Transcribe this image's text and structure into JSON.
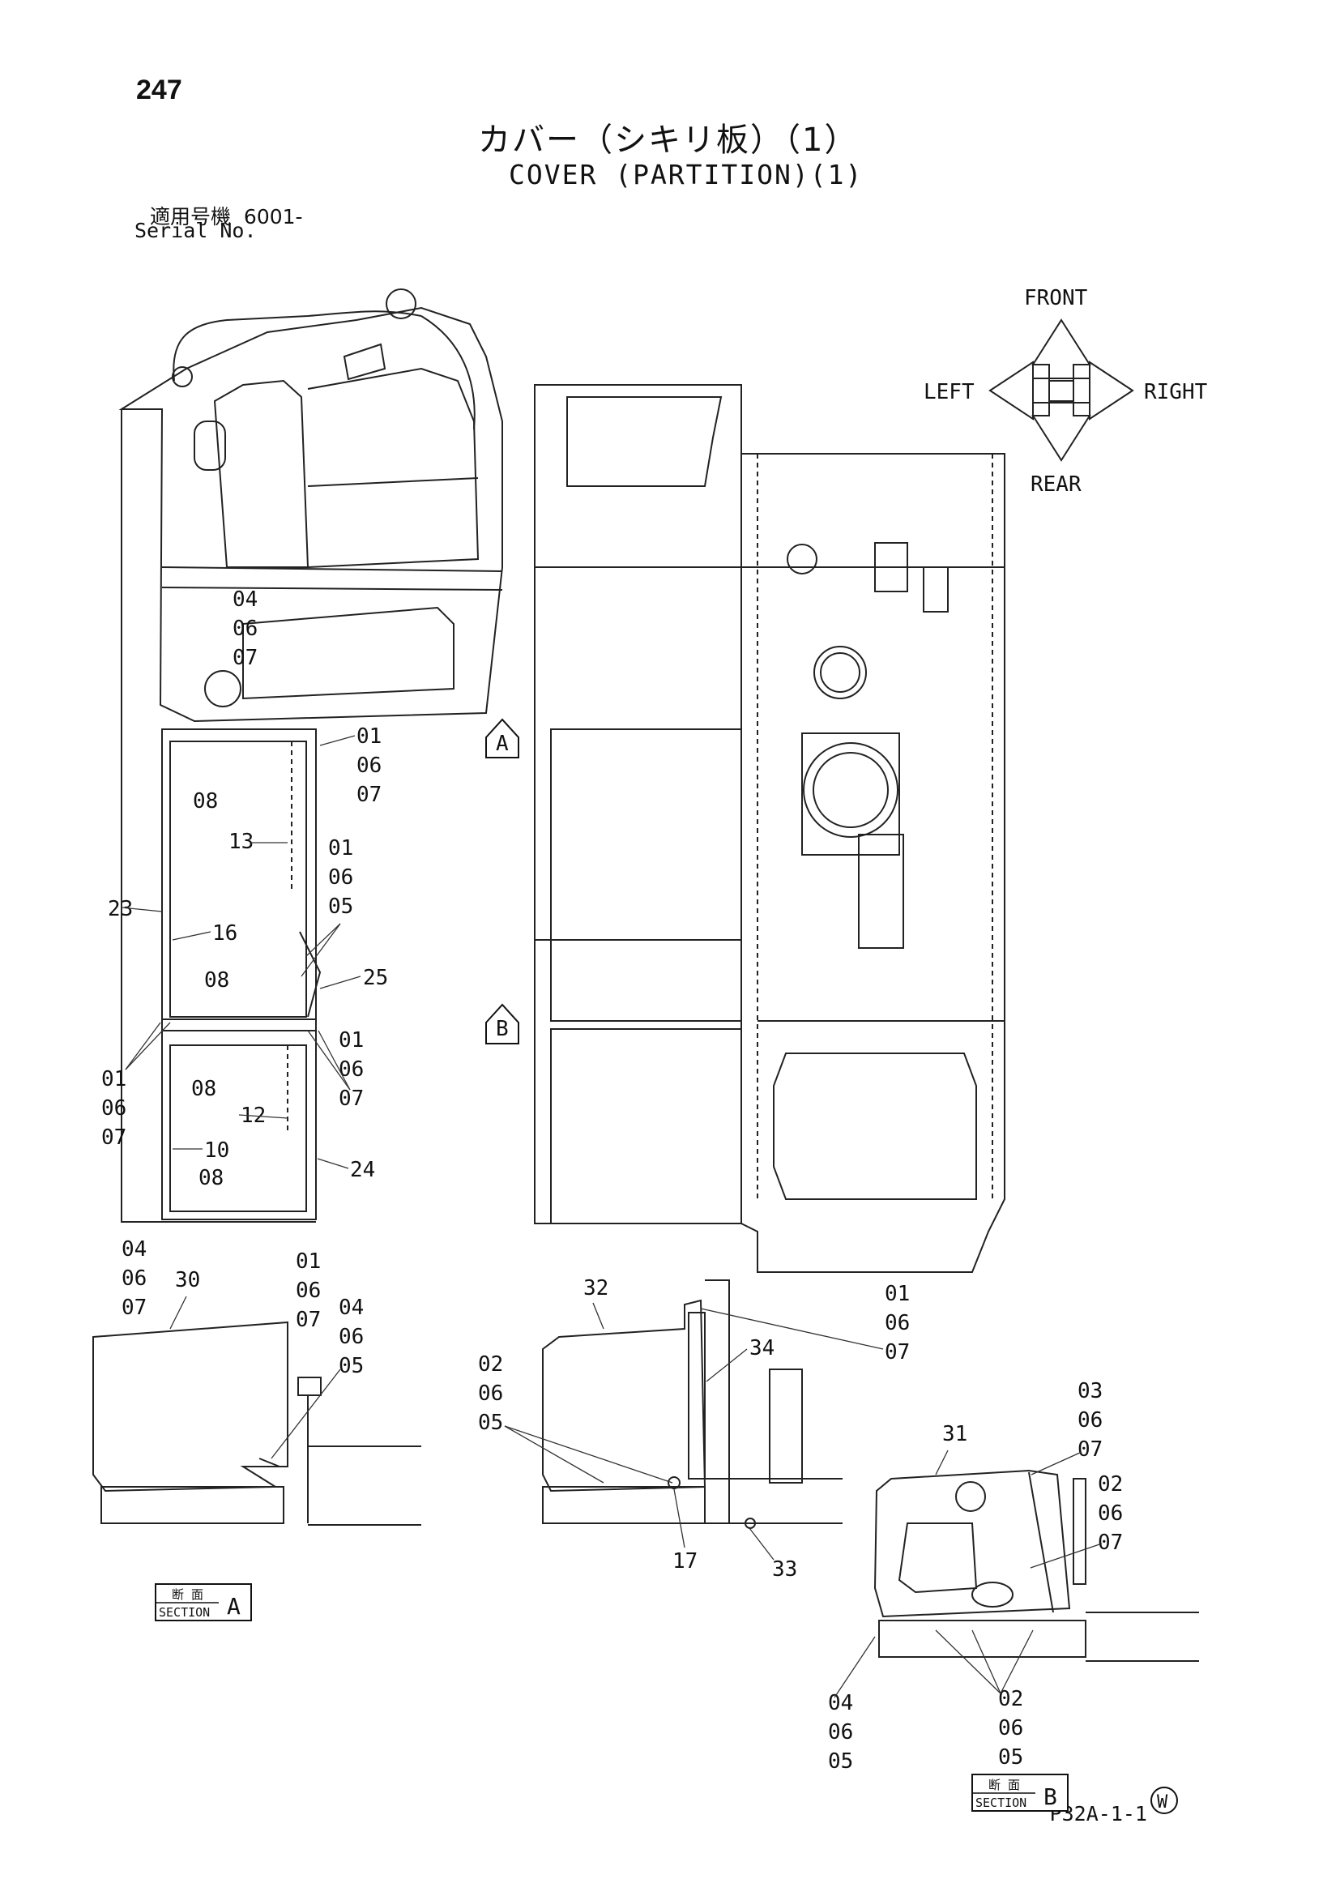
{
  "page_number": "247",
  "title_jp": "カバー（シキリ板）（1）",
  "title_en": "COVER (PARTITION)(1)",
  "serial": {
    "label_jp": "適用号機",
    "value": "6001-",
    "label_en": "Serial No."
  },
  "compass": {
    "front": "FRONT",
    "rear": "REAR",
    "left": "LEFT",
    "right": "RIGHT"
  },
  "view_markers": {
    "a": "A",
    "b": "B"
  },
  "section_labels": [
    {
      "jp": "断 面",
      "en": "SECTION",
      "letter": "A"
    },
    {
      "jp": "断 面",
      "en": "SECTION",
      "letter": "B"
    }
  ],
  "callouts": {
    "cab_top": [
      "04",
      "06",
      "07"
    ],
    "right_top": [
      "01",
      "06",
      "07"
    ],
    "right_mid": [
      "01",
      "06",
      "05"
    ],
    "right_lower": [
      "01",
      "06",
      "07"
    ],
    "left_lower": [
      "01",
      "06",
      "07"
    ],
    "bottom_left": [
      "04",
      "06",
      "07"
    ],
    "bottom_right": [
      "01",
      "06",
      "07"
    ],
    "secA_right": [
      "04",
      "06",
      "05"
    ],
    "main_bottom": [
      "01",
      "06",
      "07"
    ],
    "secB2_left": [
      "02",
      "06",
      "05"
    ],
    "secB_top": [
      "03",
      "06",
      "07"
    ],
    "secB_right": [
      "02",
      "06",
      "07"
    ],
    "secB_bot_left": [
      "04",
      "06",
      "05"
    ],
    "secB_bot_mid": [
      "02",
      "06",
      "05"
    ]
  },
  "part_numbers": {
    "p08a": "08",
    "p13": "13",
    "p23": "23",
    "p16": "16",
    "p08b": "08",
    "p25": "25",
    "p08c": "08",
    "p12": "12",
    "p10": "10",
    "p08d": "08",
    "p24": "24",
    "p30": "30",
    "p32": "32",
    "p34": "34",
    "p17": "17",
    "p33": "33",
    "p31": "31"
  },
  "watermark": "W",
  "reference_code": "P32A-1-1"
}
